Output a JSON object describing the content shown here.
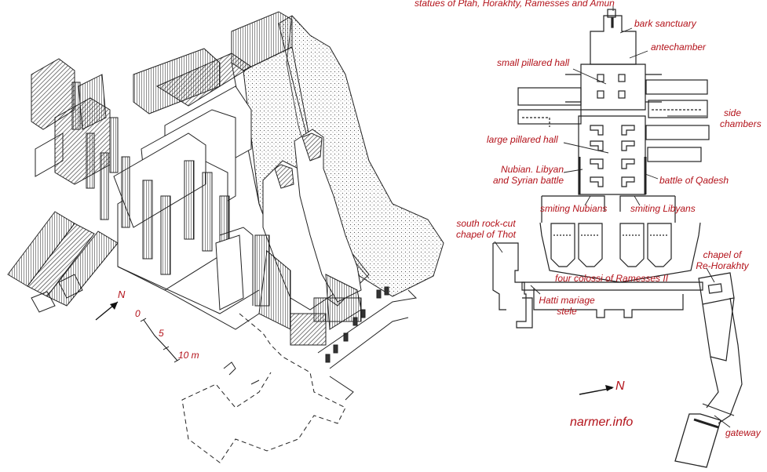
{
  "labels": {
    "statues": "statues of Ptah, Horakhty, Ramesses and Amun",
    "bark_sanctuary": "bark sanctuary",
    "antechamber": "antechamber",
    "small_pillared_hall": "small pillared hall",
    "side_chambers_1": "side",
    "side_chambers_2": "chambers",
    "large_pillared_hall": "large pillared hall",
    "nubian_battle_1": "Nubian. Libyan",
    "nubian_battle_2": "and Syrian battle",
    "battle_qadesh": "battle of Qadesh",
    "smiting_nubians": "smiting Nubians",
    "smiting_libyans": "smiting Libyans",
    "thot_1": "south rock-cut",
    "thot_2": "chapel of Thot",
    "re_horakhty_1": "chapel of",
    "re_horakhty_2": "Re-Horakhty",
    "four_colossi": "four colossi of Ramesses II",
    "hatti_1": "Hatti mariage",
    "hatti_2": "stele",
    "north_plan": "N",
    "gateway": "gateway",
    "site": "narmer.info"
  },
  "iso": {
    "north": "N",
    "scale_0": "0",
    "scale_5": "5",
    "scale_10": "10 m"
  },
  "colors": {
    "label": "#b3121a",
    "line": "#222222"
  }
}
